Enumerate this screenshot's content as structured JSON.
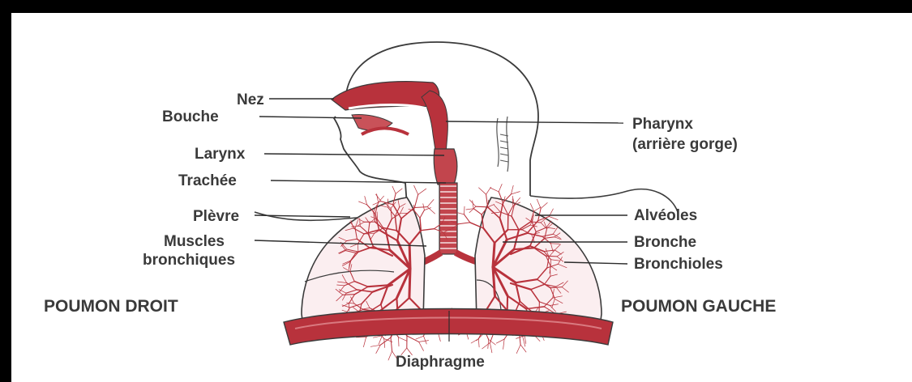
{
  "labels": {
    "nez": "Nez",
    "bouche": "Bouche",
    "larynx": "Larynx",
    "trachee": "Trachée",
    "plevre": "Plèvre",
    "muscles_1": "Muscles",
    "muscles_2": "bronchiques",
    "poumon_droit": "POUMON DROIT",
    "pharynx_1": "Pharynx",
    "pharynx_2": "(arrière gorge)",
    "alveoles": "Alvéoles",
    "bronche": "Bronche",
    "bronchioles": "Bronchioles",
    "poumon_gauche": "POUMON GAUCHE",
    "diaphragme": "Diaphragme"
  },
  "colors": {
    "tissue": "#b8323c",
    "tissue_light": "#d97a80",
    "outline": "#3b3b3b",
    "label_text": "#3a3a3a"
  }
}
